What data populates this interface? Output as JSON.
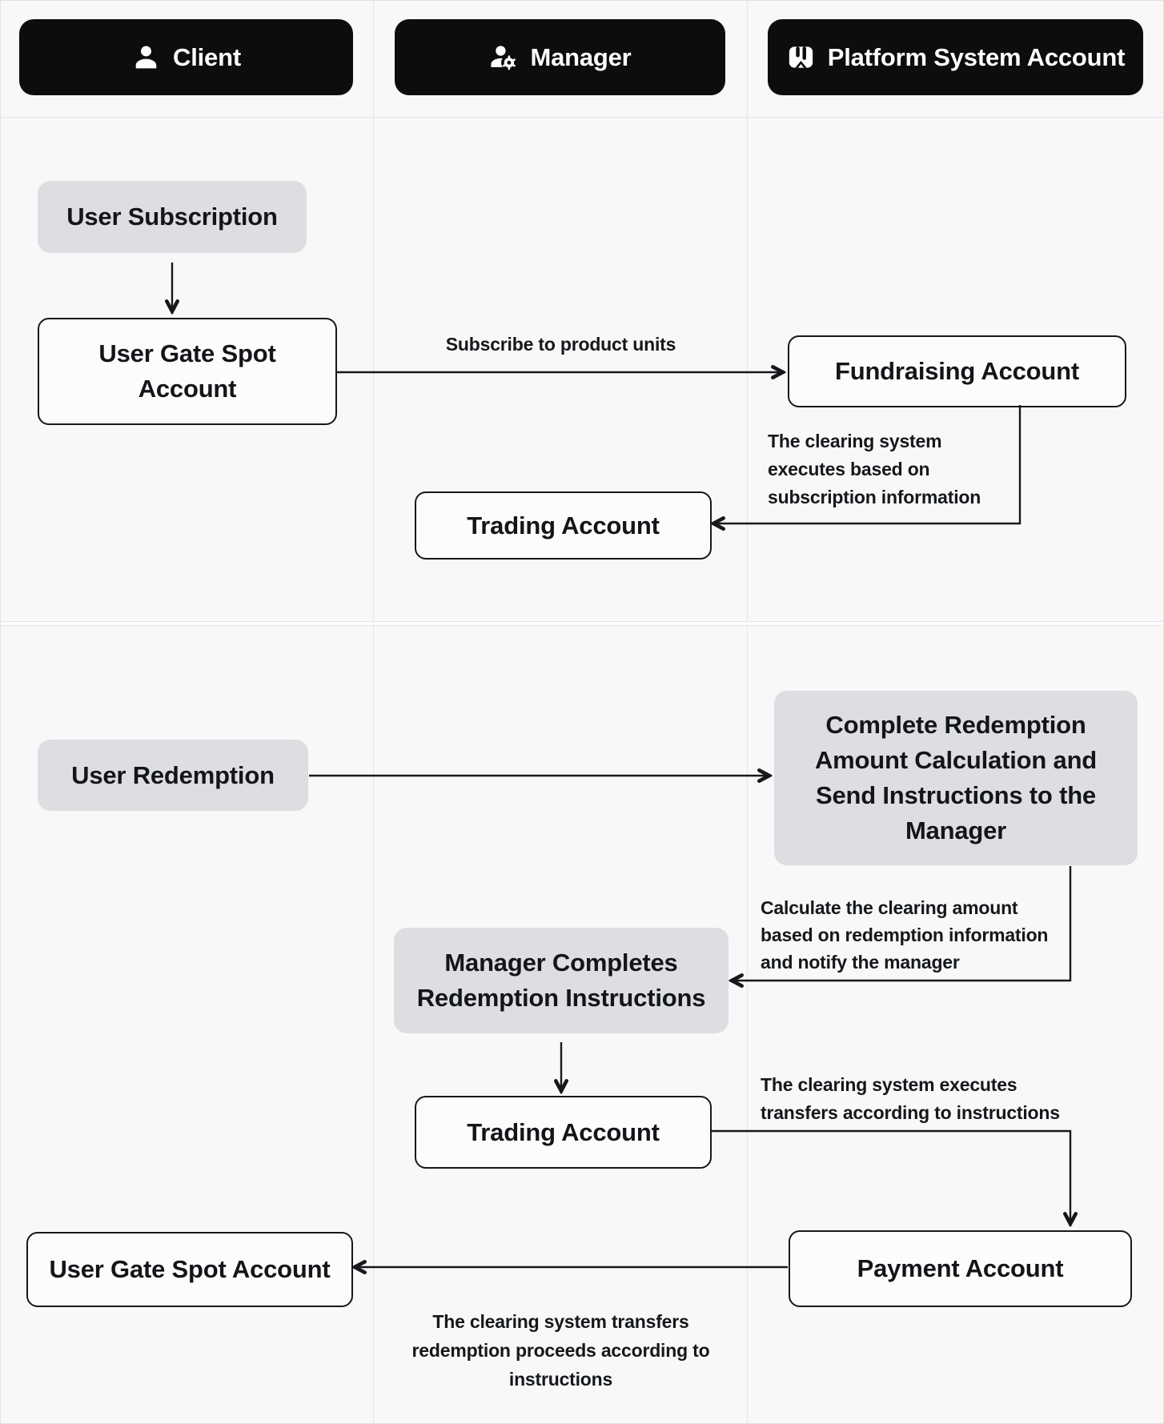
{
  "lanes": [
    {
      "label": "Client",
      "icon": "person-icon"
    },
    {
      "label": "Manager",
      "icon": "manager-icon"
    },
    {
      "label": "Platform System Account",
      "icon": "bank-icon"
    }
  ],
  "subscription_flow": {
    "user_subscription": "User Subscription",
    "user_gate_spot_account": "User Gate Spot\nAccount",
    "subscribe_label": "Subscribe to product units",
    "fundraising_account": "Fundraising Account",
    "clearing_exec_label": "The clearing system\nexecutes based on\nsubscription information",
    "trading_account": "Trading Account"
  },
  "redemption_flow": {
    "user_redemption": "User Redemption",
    "complete_redemption": "Complete Redemption\nAmount Calculation and\nSend Instructions to the\nManager",
    "calculate_label": "Calculate the clearing amount\nbased on redemption information\nand notify the manager",
    "manager_completes": "Manager Completes\nRedemption Instructions",
    "trading_account": "Trading Account",
    "transfers_label": "The clearing system executes\ntransfers according to instructions",
    "payment_account": "Payment Account",
    "user_gate_spot_account": "User Gate Spot Account",
    "proceeds_label": "The clearing system transfers\nredemption proceeds according to\ninstructions"
  },
  "colors": {
    "pill_bg": "#0c0d0f",
    "pill_text": "#ffffff",
    "grey_node_bg": "#dddee1",
    "node_border": "#16181b",
    "lane_bg": "#f8f8f9",
    "divider": "#e3e4e8",
    "arrow": "#16181b"
  }
}
